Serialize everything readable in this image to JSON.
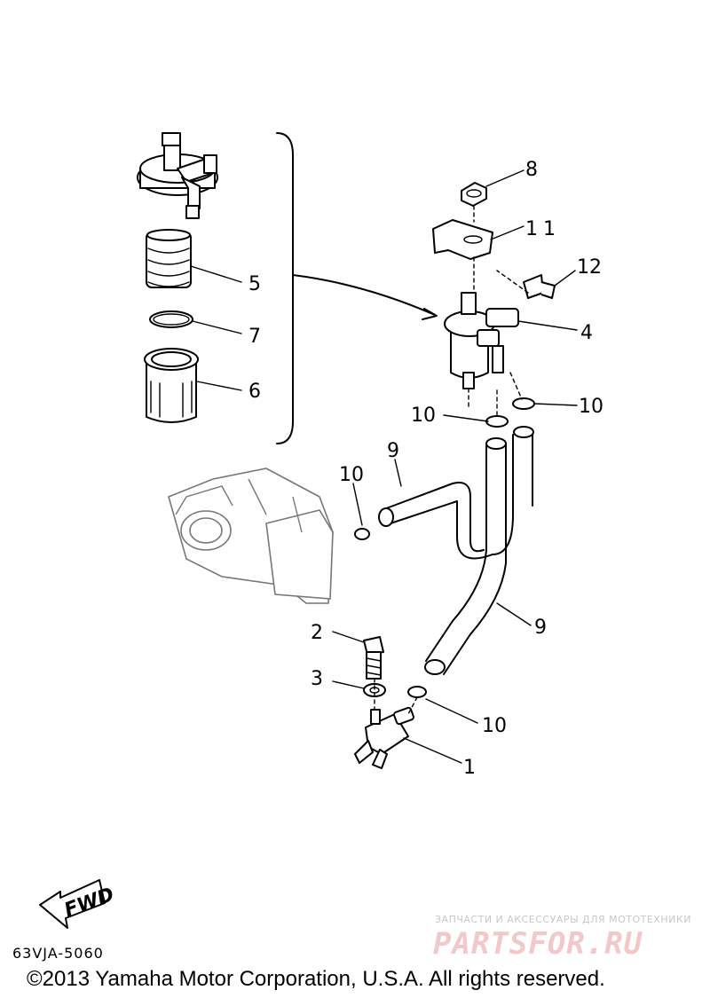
{
  "callouts": {
    "c1": "1",
    "c2": "2",
    "c3": "3",
    "c4": "4",
    "c5": "5",
    "c6": "6",
    "c7": "7",
    "c8": "8",
    "c9a": "9",
    "c9b": "9",
    "c10a": "10",
    "c10b": "10",
    "c10c": "10",
    "c10d": "10",
    "c11": "11",
    "c12": "12"
  },
  "fwd_label": "FWD",
  "diagram_code": "63VJA-5060",
  "copyright": "©2013 Yamaha Motor Corporation, U.S.A. All rights reserved.",
  "watermark": {
    "tagline": "ЗАПЧАСТИ И АКСЕССУАРЫ ДЛЯ МОТОТЕХНИКИ",
    "logo": "PARTSFOR.RU"
  }
}
